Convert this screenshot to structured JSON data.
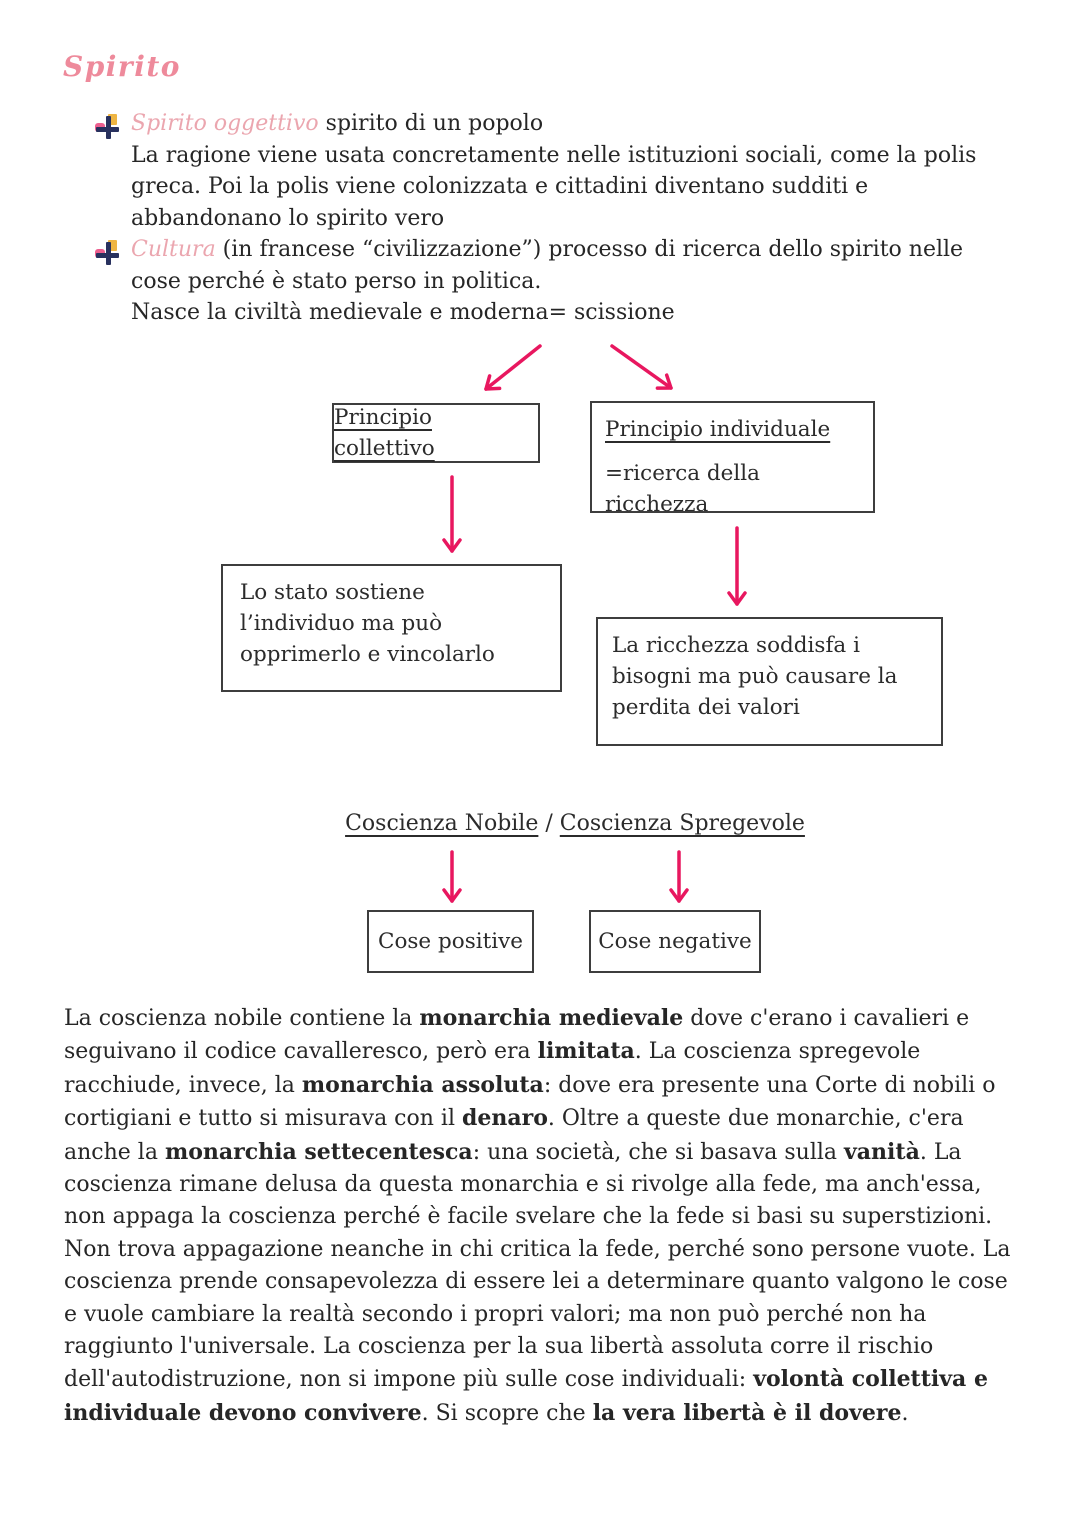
{
  "title": "Spirito",
  "bullets": [
    {
      "lead": "Spirito oggettivo",
      "inline": " spirito di un popolo",
      "body": "La ragione viene usata concretamente nelle istituzioni sociali, come la polis greca. Poi la polis viene colonizzata e cittadini diventano sudditi e abbandonano lo spirito vero"
    },
    {
      "lead": "Cultura",
      "inline": " (in francese “civilizzazione”) processo di ricerca dello spirito nelle cose perché è stato perso in politica.",
      "body": "Nasce la civiltà medievale e moderna= scissione"
    }
  ],
  "diagram": {
    "principio_collettivo": "Principio collettivo",
    "principio_individuale": "Principio individuale",
    "principio_individuale_sub": "=ricerca della ricchezza",
    "stato_box": "Lo stato sostiene l’individuo ma può opprimerlo e vincolarlo",
    "ricchezza_box": "La ricchezza soddisfa i bisogni ma può causare la perdita dei valori",
    "coscienza_nobile": "Coscienza Nobile",
    "coscienza_separator": " / ",
    "coscienza_spregevole": "Coscienza Spregevole",
    "cose_positive": "Cose positive",
    "cose_negative": "Cose negative"
  },
  "paragraph_segments": [
    {
      "t": "La coscienza nobile contiene la ",
      "b": false
    },
    {
      "t": "monarchia medievale",
      "b": true
    },
    {
      "t": " dove c'erano i cavalieri e seguivano il codice cavalleresco, però era ",
      "b": false
    },
    {
      "t": "limitata",
      "b": true
    },
    {
      "t": ". La coscienza spregevole racchiude, invece, la ",
      "b": false
    },
    {
      "t": "monarchia assoluta",
      "b": true
    },
    {
      "t": ": dove era presente una Corte di nobili o cortigiani e tutto si misurava con il ",
      "b": false
    },
    {
      "t": "denaro",
      "b": true
    },
    {
      "t": ". Oltre a queste due monarchie, c'era anche la ",
      "b": false
    },
    {
      "t": "monarchia settecentesca",
      "b": true
    },
    {
      "t": ": una società, che si basava sulla ",
      "b": false
    },
    {
      "t": "vanità",
      "b": true
    },
    {
      "t": ". La coscienza rimane delusa da questa monarchia e si rivolge alla fede, ma anch'essa, non appaga la coscienza perché è facile svelare che la fede si basi su superstizioni. Non trova appagazione neanche in chi critica la fede, perché sono persone vuote.  La coscienza prende consapevolezza di essere lei a determinare quanto valgono le cose e vuole cambiare la realtà secondo i propri valori; ma non può perché non ha raggiunto l'universale. La coscienza per la sua libertà assoluta corre il rischio dell'autodistruzione, non si impone più sulle cose individuali: ",
      "b": false
    },
    {
      "t": "volontà collettiva e individuale devono convivere",
      "b": true
    },
    {
      "t": ". Si scopre che ",
      "b": false
    },
    {
      "t": "la vera libertà è il dovere",
      "b": true
    },
    {
      "t": ".",
      "b": false
    }
  ],
  "icons": {
    "bullet": "word-tack-bullet-icon",
    "arrow": "pink-flow-arrow"
  },
  "colors": {
    "title_pink": "#ee8a9b",
    "lead_pink": "#eba6af",
    "arrow_pink": "#e8175f",
    "body_text": "#262626",
    "box_border": "#3e3e3e",
    "bullet_navy": "#28315e",
    "bullet_pink": "#ec5f8f",
    "bullet_yellow": "#eeb543"
  }
}
